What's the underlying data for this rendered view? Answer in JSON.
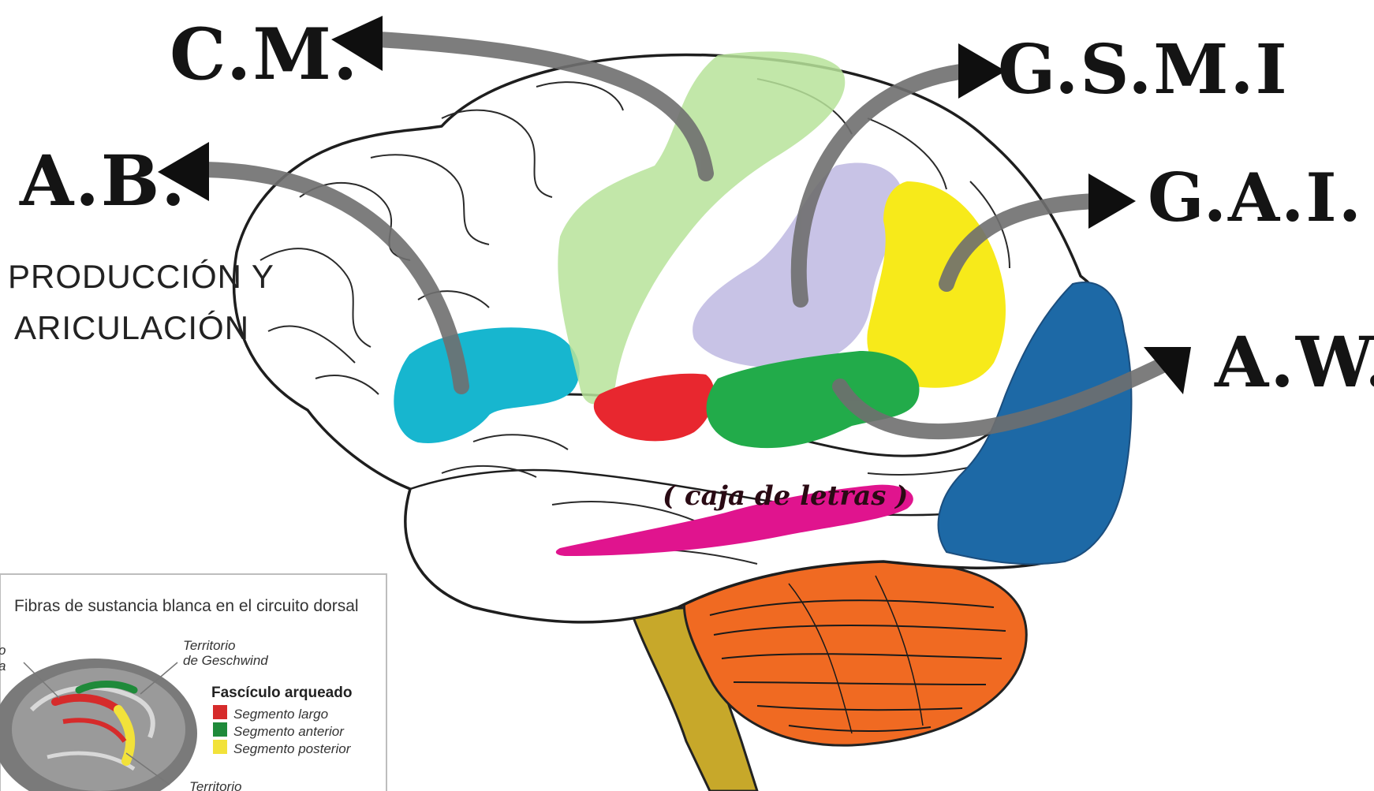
{
  "labels": {
    "cm": "C.M.",
    "ab": "A.B.",
    "gsmi": "G.S.M.I",
    "gai": "G.A.I.",
    "aw": "A.W.",
    "ab_note_line1": "PRODUCCIÓN Y",
    "ab_note_line2": "ARICULACIÓN",
    "magenta_note": "( caja de letras )"
  },
  "inset": {
    "title": "Fibras de sustancia blanca en el circuito dorsal",
    "cut_left_1": "o",
    "cut_left_2": "a",
    "territory_top_1": "Territorio",
    "territory_top_2": "de Geschwind",
    "territory_bottom": "Territorio",
    "legend_title": "Fascículo arqueado",
    "legend": [
      {
        "label": "Segmento largo",
        "color": "#d62b2b"
      },
      {
        "label": "Segmento anterior",
        "color": "#1f8a3a"
      },
      {
        "label": "Segmento posterior",
        "color": "#f2e23a"
      }
    ]
  },
  "colors": {
    "arrow": "#6f6f6f",
    "arrow_head": "#0f0f0f",
    "broca": "#17b6cf",
    "motor_strip": "#b7e39a",
    "supramarginal": "#c8c3e6",
    "angular": "#f7ea1a",
    "red_area": "#e8272f",
    "wernicke_green": "#22ab4a",
    "occipital": "#1d69a6",
    "magenta": "#e0148e",
    "cerebellum": "#f06a22",
    "brainstem": "#c7a82a"
  }
}
